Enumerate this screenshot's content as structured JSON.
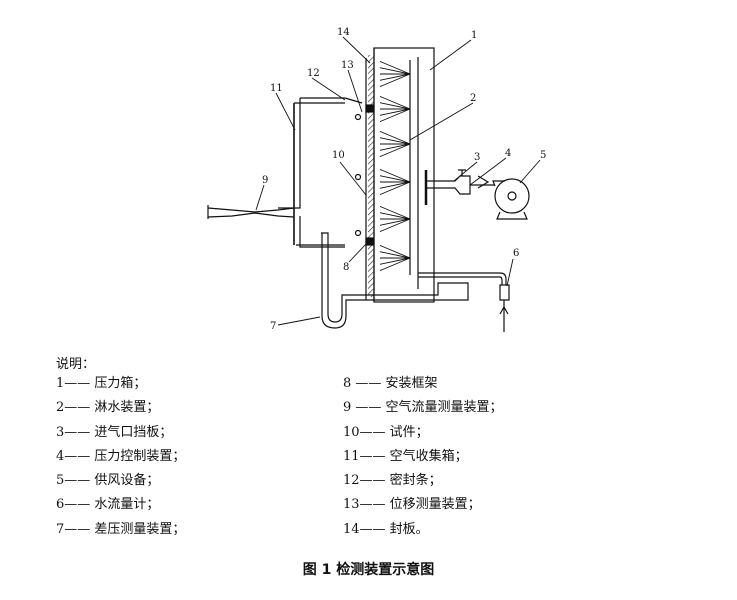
{
  "diagram": {
    "labels": [
      "1",
      "2",
      "3",
      "4",
      "5",
      "6",
      "7",
      "8",
      "9",
      "10",
      "11",
      "12",
      "13",
      "14"
    ]
  },
  "legend": {
    "heading": "说明：",
    "items": [
      "1—— 压力箱；",
      "2—— 淋水装置；",
      "3—— 进气口挡板；",
      "4—— 压力控制装置；",
      "5—— 供风设备；",
      "6—— 水流量计；",
      "7—— 差压测量装置；",
      "8 —— 安装框架",
      "9 —— 空气流量测量装置；",
      "10—— 试件；",
      "11—— 空气收集箱；",
      "12—— 密封条；",
      "13—— 位移测量装置；",
      "14—— 封板。"
    ]
  },
  "caption": "图 1  检测装置示意图"
}
